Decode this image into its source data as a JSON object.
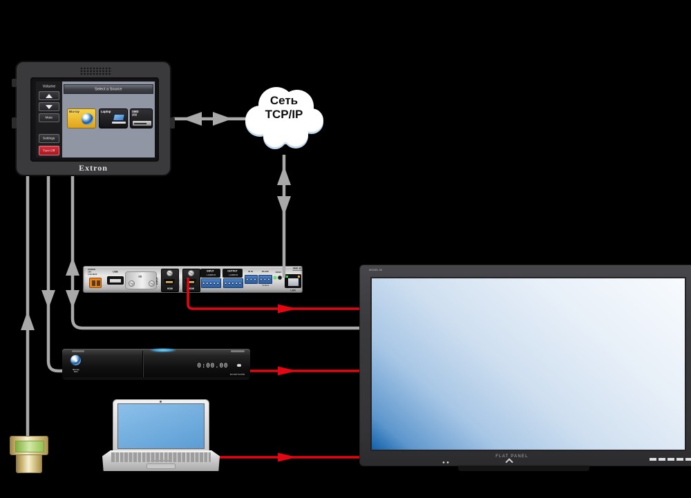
{
  "touchpanel": {
    "brand": "Extron",
    "volume_label": "Volume",
    "mute_label": "Mute",
    "settings_label": "Settings",
    "turn_off_label": "Turn Off",
    "header": "Select a Source",
    "sources": [
      {
        "label": "Blu-ray"
      },
      {
        "label": "Laptop"
      },
      {
        "label": "SMD 202"
      }
    ]
  },
  "network_cloud": {
    "line1": "Сеть",
    "line2": "TCP/IP"
  },
  "media_player": {
    "model_label": "SMD 202",
    "power_l1": "POWER",
    "power_l2": "12V",
    "power_l3": "1.0A MAX",
    "usb_label": "USB",
    "sd_label": "SD",
    "input_label": "INPUT",
    "output_label": "OUTPUT",
    "hdmi_label": "HDMI",
    "audio_row": "L AUDIO R",
    "ir_label": "IR IN",
    "rs232_label": "RS-232",
    "rs232_pins": "Tx Rx G",
    "reset_label": "RESET",
    "lan_label": "LAN"
  },
  "bluray_player": {
    "display_time": "0:00.00",
    "logo_label": "Blu-ray Disc",
    "footer_label": "BLU-RAY PLAYER"
  },
  "flat_panel": {
    "model_label": "MODEL 60",
    "brand_label": "FLAT PANEL"
  },
  "colors": {
    "background": "#000000",
    "control_line_gray": "#a9a9a9",
    "video_line_red": "#e30613",
    "cloud_fill": "#ffffff",
    "cloud_edge": "#c3d9ee",
    "touchscreen_bg": "#9096a4",
    "turn_off_red": "#c41e28",
    "bluray_button_yellow": "#edbd2a",
    "panel_screen_blue": "#1160a8",
    "laptop_screen_blue": "#6fb0e0",
    "gold_connector": "#e6d8a0",
    "power_connector_orange": "#e8831f",
    "audio_connector_blue": "#3a72b8"
  }
}
